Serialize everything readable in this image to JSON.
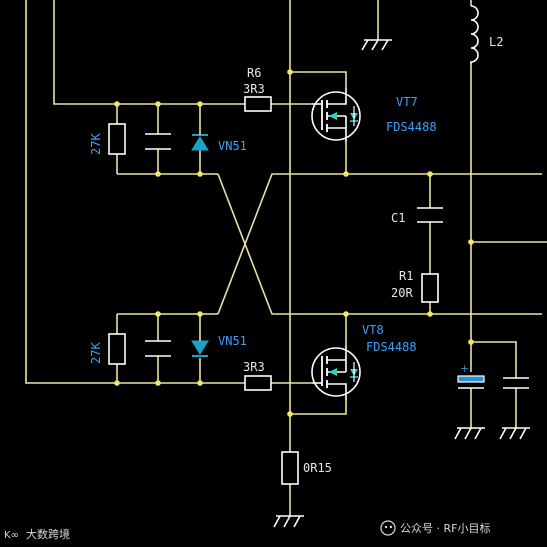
{
  "labels": {
    "r6_ref": "R6",
    "r6_val": "3R3",
    "vt7_ref": "VT7",
    "vt7_part": "FDS4488",
    "l2_ref": "L2",
    "r_top_val": "27K",
    "d_top": "VN51",
    "c1_ref": "C1",
    "r1_ref": "R1",
    "r1_val": "20R",
    "vt8_ref": "VT8",
    "vt8_part": "FDS4488",
    "r_bot_val": "27K",
    "d_bot": "VN51",
    "r_gate_bot_val": "3R3",
    "r15_val": "0R15"
  },
  "watermark": {
    "left": "大数跨境",
    "right": "公众号 · RF小目标"
  },
  "colors": {
    "background": "#000000",
    "wire": "#e8e4a8",
    "junction": "#f0e86a",
    "label_white": "#e6e6e6",
    "label_blue": "#3aa0ff",
    "diode": "#19a3c8",
    "mosfet_arrow": "#2fd3c6"
  }
}
